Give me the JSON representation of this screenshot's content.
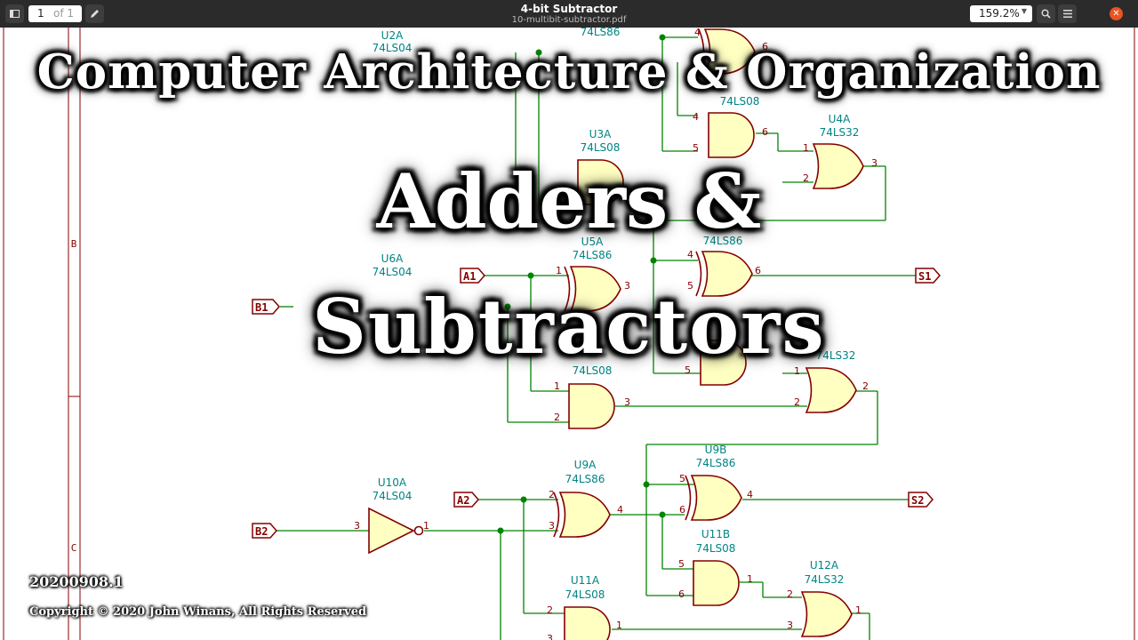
{
  "viewer": {
    "page_current": "1",
    "page_of": "of 1",
    "title": "4-bit Subtractor",
    "filename": "10-multibit-subtractor.pdf",
    "zoom": "159.2%",
    "icons": [
      "sidebar-icon",
      "pencil-icon",
      "search-icon",
      "menu-icon",
      "close-icon"
    ]
  },
  "overlay": {
    "course": "Computer Architecture & Organization",
    "topic_line1": "Adders &",
    "topic_line2": "Subtractors",
    "version": "20200908.1",
    "copyright": "Copyright © 2020 John Winans, All Rights Reserved"
  },
  "schematic": {
    "border_labels": [
      "B",
      "C"
    ],
    "ports": [
      {
        "id": "A1",
        "label": "A1"
      },
      {
        "id": "B1",
        "label": "B1"
      },
      {
        "id": "S1",
        "label": "S1"
      },
      {
        "id": "A2",
        "label": "A2"
      },
      {
        "id": "B2",
        "label": "B2"
      },
      {
        "id": "S2",
        "label": "S2"
      }
    ],
    "components": [
      {
        "ref": "U2A",
        "part": "74LS04"
      },
      {
        "ref": "74LS86",
        "part": ""
      },
      {
        "ref": "U3A",
        "part": "74LS08"
      },
      {
        "ref": "U4A",
        "part": "74LS32"
      },
      {
        "ref": "74LS08",
        "part": ""
      },
      {
        "ref": "U6A",
        "part": "74LS04"
      },
      {
        "ref": "U5A",
        "part": "74LS86"
      },
      {
        "ref": "74LS86",
        "part": ""
      },
      {
        "ref": "74LS08",
        "part": ""
      },
      {
        "ref": "74LS32",
        "part": ""
      },
      {
        "ref": "U10A",
        "part": "74LS04"
      },
      {
        "ref": "U9A",
        "part": "74LS86"
      },
      {
        "ref": "U9B",
        "part": "74LS86"
      },
      {
        "ref": "U11B",
        "part": "74LS08"
      },
      {
        "ref": "U11A",
        "part": "74LS08"
      },
      {
        "ref": "U12A",
        "part": "74LS32"
      }
    ],
    "pins": [
      "4",
      "5",
      "6",
      "4",
      "5",
      "6",
      "1",
      "2",
      "3",
      "1",
      "3",
      "4",
      "5",
      "6",
      "5",
      "1",
      "2",
      "1",
      "2",
      "3",
      "2",
      "3",
      "1",
      "2",
      "3",
      "4",
      "5",
      "6",
      "4",
      "5",
      "6",
      "1",
      "2",
      "3",
      "1",
      "2",
      "3",
      "1",
      "2"
    ],
    "palette": {
      "wire": "#008400",
      "gate_fill": "#ffffc2",
      "gate_stroke": "#840000",
      "ref_text": "#008484",
      "pin_text": "#840000",
      "border": "#840000",
      "junction": "#008400"
    }
  }
}
